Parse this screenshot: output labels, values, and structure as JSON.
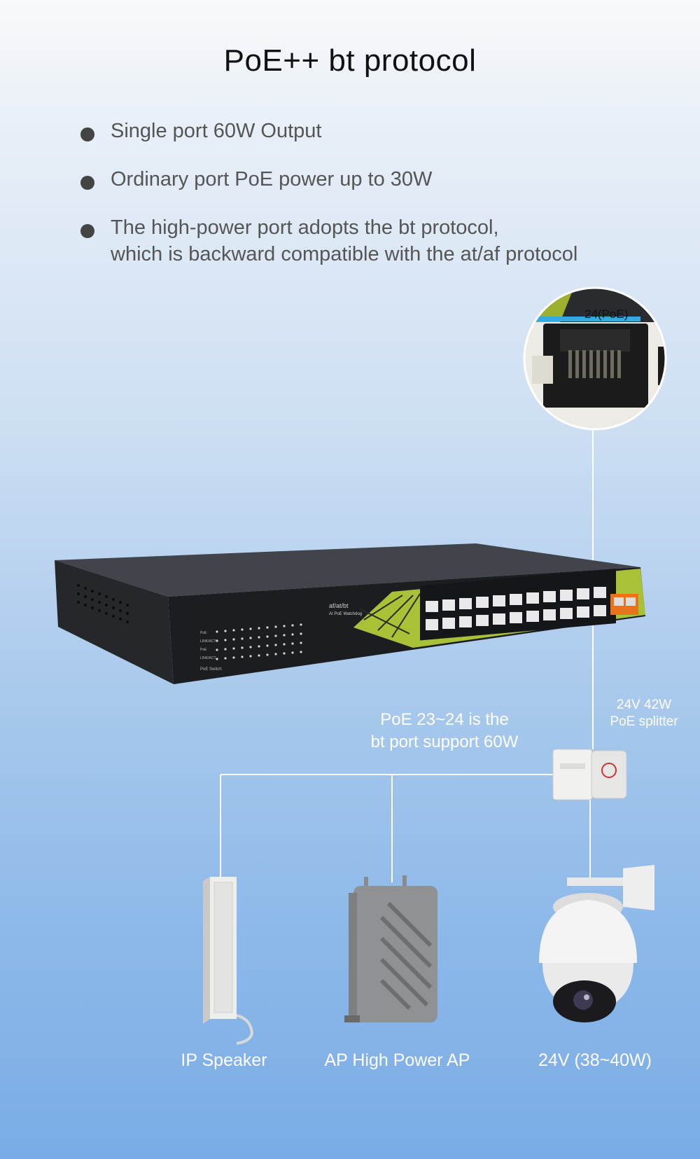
{
  "title": "PoE++  bt protocol",
  "bullets": [
    {
      "line1": "Single port 60W Output",
      "line2": ""
    },
    {
      "line1": "Ordinary port PoE power up to 30W",
      "line2": ""
    },
    {
      "line1": "The high-power port adopts the bt protocol,",
      "line2": "which is backward compatible with the at/af protocol"
    }
  ],
  "zoom_port_label": "24(PoE)",
  "switch_panel": {
    "model_text": "af/at/bt",
    "watchdog_text": "AI PoE Watchdog",
    "row_labels": [
      "PoE",
      "LINK/ACT",
      "PoE",
      "LINK/ACT"
    ],
    "footer_text": "PoE Switch"
  },
  "annotations": {
    "bt_port_line1": "PoE 23~24 is the",
    "bt_port_line2": "bt port support 60W",
    "splitter_line1": "24V 42W",
    "splitter_line2": "PoE splitter"
  },
  "devices": {
    "speaker": "IP Speaker",
    "ap": "AP High Power AP",
    "camera": "24V  (38~40W)"
  },
  "colors": {
    "accent_green": "#a8c238",
    "connector_line": "#ffffff",
    "switch_body": "#2c2e33"
  }
}
